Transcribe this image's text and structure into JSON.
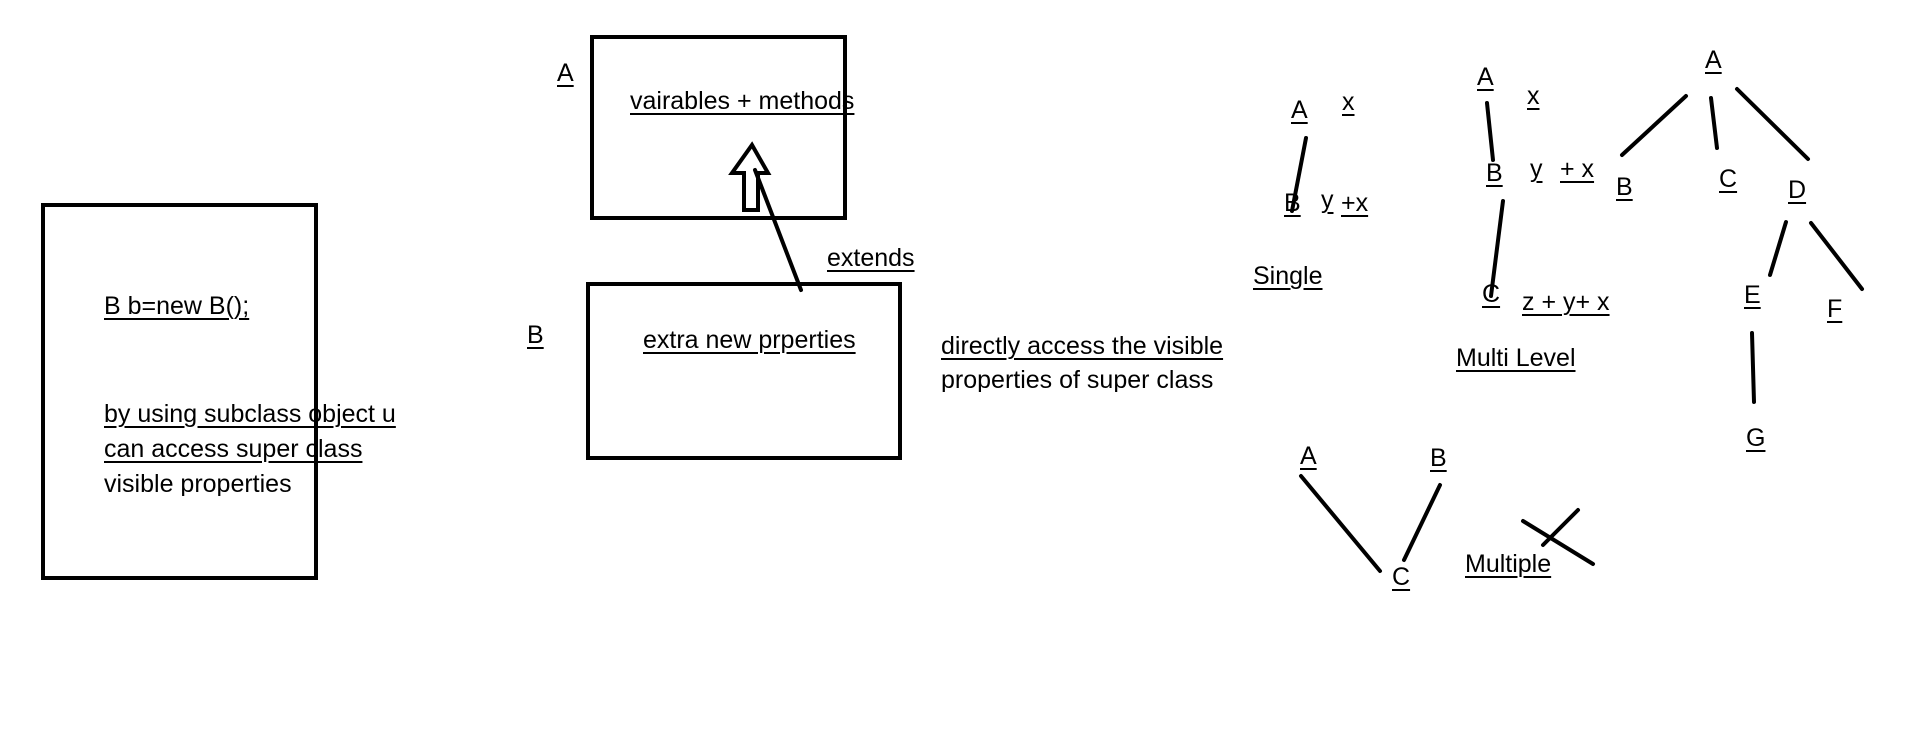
{
  "object_box": {
    "code": "B b=new B();",
    "note_lines": [
      "by using subclass object u",
      "can access super class",
      "visible properties"
    ]
  },
  "inheritance": {
    "super_name": "A",
    "super_contents": "vairables + methods",
    "sub_name": "B",
    "sub_contents": "extra new prperties",
    "relation": "extends",
    "note_lines": [
      "directly access the visible",
      "properties of super class"
    ]
  },
  "single": {
    "title": "Single",
    "nodes": {
      "a": "A",
      "b": "B"
    },
    "members": {
      "a": "x",
      "b_y": "y",
      "b_x": "+x"
    }
  },
  "multi_level": {
    "title": "Multi Level",
    "nodes": {
      "a": "A",
      "b": "B",
      "c": "C"
    },
    "members": {
      "a": "x",
      "b_y": "y",
      "b_x": "+ x",
      "c": "z + y+ x"
    }
  },
  "hierarchical": {
    "nodes": {
      "a": "A",
      "b": "B",
      "c": "C",
      "d": "D",
      "e": "E",
      "f": "F",
      "g": "G"
    }
  },
  "multiple": {
    "title": "Multiple",
    "nodes": {
      "a": "A",
      "b": "B",
      "c": "C"
    }
  },
  "colors": {
    "ink": "#000000",
    "background": "#ffffff"
  }
}
